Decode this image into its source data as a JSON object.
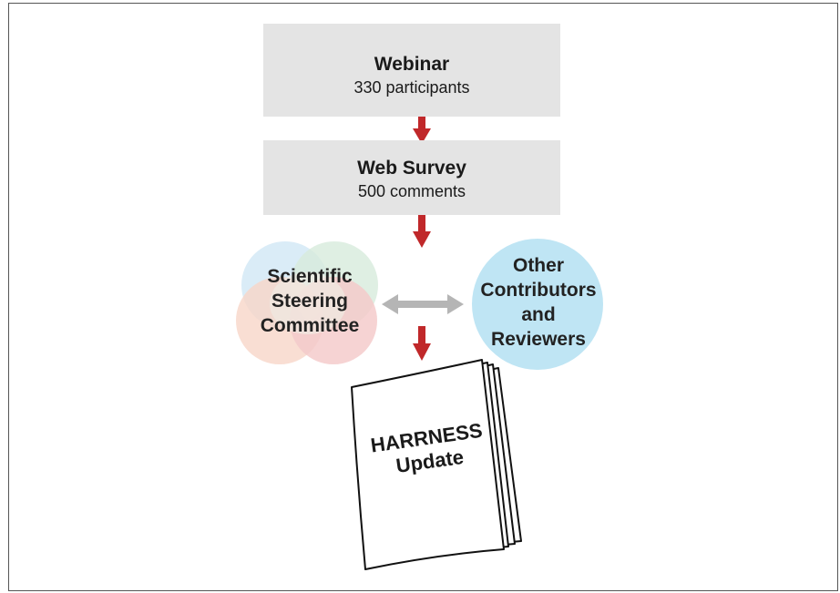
{
  "webinar": {
    "title": "Webinar",
    "subtitle": "330 participants"
  },
  "survey": {
    "title": "Web Survey",
    "subtitle": "500 comments"
  },
  "steering": {
    "lines": [
      "Scientific",
      "Steering",
      "Committee"
    ]
  },
  "others": {
    "lines": [
      "Other",
      "Contributors",
      "and",
      "Reviewers"
    ]
  },
  "document": {
    "lines": [
      "HARRNESS",
      "Update"
    ]
  },
  "colors": {
    "arrow": "#c0282a",
    "box": "#e4e4e4",
    "double_arrow": "#b5b5b5",
    "circle_blue": "#cfe6f5",
    "circle_green": "#d5eadb",
    "circle_orange": "#f7d3c6",
    "circle_red": "#f3c6c6",
    "others_circle": "#bfe5f4"
  }
}
